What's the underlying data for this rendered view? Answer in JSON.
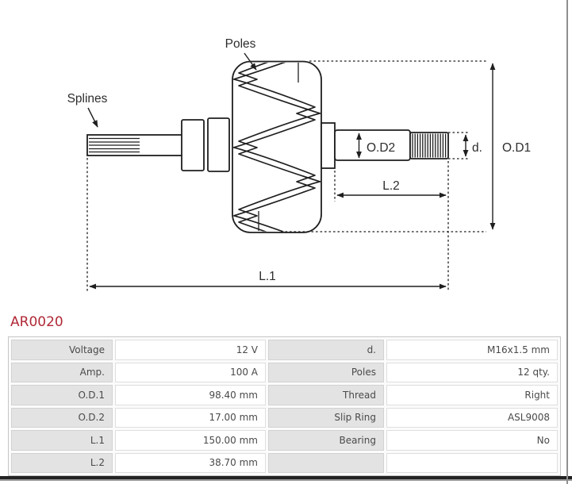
{
  "title": "AR0020",
  "colors": {
    "title": "#b02a37",
    "line": "#1f1f1f",
    "table_label_bg": "#e3e3e3",
    "table_border": "#c6c6c6",
    "table_text": "#4a4a4a"
  },
  "diagram": {
    "labels": {
      "poles": "Poles",
      "splines": "Splines",
      "od2": "O.D2",
      "d": "d.",
      "od1": "O.D1",
      "l2": "L.2",
      "l1": "L.1"
    }
  },
  "table": {
    "rows": [
      {
        "label1": "Voltage",
        "value1": "12 V",
        "label2": "d.",
        "value2": "M16x1.5 mm"
      },
      {
        "label1": "Amp.",
        "value1": "100 A",
        "label2": "Poles",
        "value2": "12 qty."
      },
      {
        "label1": "O.D.1",
        "value1": "98.40 mm",
        "label2": "Thread",
        "value2": "Right"
      },
      {
        "label1": "O.D.2",
        "value1": "17.00 mm",
        "label2": "Slip Ring",
        "value2": "ASL9008"
      },
      {
        "label1": "L.1",
        "value1": "150.00 mm",
        "label2": "Bearing",
        "value2": "No"
      },
      {
        "label1": "L.2",
        "value1": "38.70 mm",
        "label2": "",
        "value2": ""
      }
    ]
  }
}
